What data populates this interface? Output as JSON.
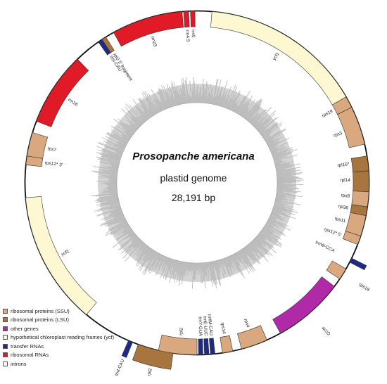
{
  "diagram": {
    "title": "Prosopanche americana",
    "subtitle": "plastid genome",
    "size_label": "28,191 bp"
  },
  "colors": {
    "ssu": "#d9a87e",
    "lsu": "#a8753e",
    "other": "#b02aa8",
    "ycf": "#fdf7d2",
    "trna": "#1f2a86",
    "rrna": "#e01a26",
    "intron": "#ffffff",
    "gc_inner": "#b9b9b9",
    "gc_outer": "#d4d4d4"
  },
  "legend": [
    {
      "label": "ribosomal proteins (SSU)",
      "color": "#d9a87e"
    },
    {
      "label": "ribosomal proteins (LSU)",
      "color": "#a8753e"
    },
    {
      "label": "other genes",
      "color": "#b02aa8"
    },
    {
      "label": "hypothetical chloroplast reading frames (ycf)",
      "color": "#fdf7d2"
    },
    {
      "label": "transfer RNAs",
      "color": "#1f2a86"
    },
    {
      "label": "ribosomal RNAs",
      "color": "#e01a26"
    },
    {
      "label": "introns",
      "color": "#ffffff"
    }
  ],
  "genes": [
    {
      "name": "ycf1",
      "start": 5,
      "end": 60,
      "strand": "in",
      "type": "ycf"
    },
    {
      "name": "rps19",
      "start": 60,
      "end": 64,
      "strand": "in",
      "type": "ssu"
    },
    {
      "name": "rps3",
      "start": 64,
      "end": 77,
      "strand": "in",
      "type": "ssu"
    },
    {
      "name": "rpl16*",
      "start": 81,
      "end": 86,
      "strand": "in",
      "type": "lsu"
    },
    {
      "name": "rpl14",
      "start": 86,
      "end": 93,
      "strand": "in",
      "type": "lsu"
    },
    {
      "name": "rps8",
      "start": 93,
      "end": 98,
      "strand": "in",
      "type": "ssu"
    },
    {
      "name": "rpl36",
      "start": 98,
      "end": 101,
      "strand": "in",
      "type": "lsu"
    },
    {
      "name": "rps11",
      "start": 101,
      "end": 108,
      "strand": "in",
      "type": "ssu"
    },
    {
      "name": "rps12* 5'",
      "start": 108,
      "end": 111,
      "strand": "in",
      "type": "ssu"
    },
    {
      "name": "trnW-CCA",
      "start": 116,
      "end": 117.5,
      "strand": "out",
      "type": "trna"
    },
    {
      "name": "rps18",
      "start": 120,
      "end": 124,
      "strand": "in",
      "type": "ssu"
    },
    {
      "name": "accD",
      "start": 127,
      "end": 151,
      "strand": "in",
      "type": "other"
    },
    {
      "name": "rps4",
      "start": 156,
      "end": 165,
      "strand": "in",
      "type": "ssu"
    },
    {
      "name": "rps14",
      "start": 168,
      "end": 171.5,
      "strand": "in",
      "type": "ssu"
    },
    {
      "name": "trnfM-CAU",
      "start": 174,
      "end": 175.5,
      "strand": "in",
      "type": "trna"
    },
    {
      "name": "trnE-UUC",
      "start": 176,
      "end": 177.5,
      "strand": "in",
      "type": "trna"
    },
    {
      "name": "trnY-GUA",
      "start": 178,
      "end": 179.5,
      "strand": "in",
      "type": "trna"
    },
    {
      "name": "rpl2",
      "start": 180,
      "end": 193,
      "strand": "in",
      "type": "ssu"
    },
    {
      "name": "rpl2",
      "start": 188,
      "end": 200,
      "strand": "out",
      "type": "lsu"
    },
    {
      "name": "trnI-CAU",
      "start": 202,
      "end": 203.5,
      "strand": "out",
      "type": "trna"
    },
    {
      "name": "ycf2",
      "start": 220,
      "end": 265,
      "strand": "in",
      "type": "ycf"
    },
    {
      "name": "rps12* 3'",
      "start": 276,
      "end": 279,
      "strand": "in",
      "type": "ssu"
    },
    {
      "name": "rps7",
      "start": 279,
      "end": 287,
      "strand": "in",
      "type": "ssu"
    },
    {
      "name": "rrn16",
      "start": 291,
      "end": 316,
      "strand": "in",
      "type": "rrna"
    },
    {
      "name": "trnI-CAU",
      "start": 325,
      "end": 326.5,
      "strand": "in",
      "type": "trna"
    },
    {
      "name": "rpl2 5' fragment",
      "start": 326.5,
      "end": 328,
      "strand": "in",
      "type": "lsu"
    },
    {
      "name": "rrn23",
      "start": 331,
      "end": 355,
      "strand": "in",
      "type": "rrna"
    },
    {
      "name": "rrn4.5",
      "start": 355.5,
      "end": 357.2,
      "strand": "in",
      "type": "rrna"
    },
    {
      "name": "rrn5",
      "start": 357.8,
      "end": 359.3,
      "strand": "in",
      "type": "rrna"
    }
  ],
  "gene_labels": [
    {
      "text": "ycf1",
      "angle": 32,
      "side": "in"
    },
    {
      "text": "rps19",
      "angle": 62,
      "side": "in"
    },
    {
      "text": "rps3",
      "angle": 71,
      "side": "in"
    },
    {
      "text": "rpl16*",
      "angle": 83,
      "side": "in"
    },
    {
      "text": "rpl14",
      "angle": 89,
      "side": "in"
    },
    {
      "text": "rps8",
      "angle": 95,
      "side": "in"
    },
    {
      "text": "rpl36",
      "angle": 99.5,
      "side": "in"
    },
    {
      "text": "rps11",
      "angle": 104.5,
      "side": "in"
    },
    {
      "text": "rps12* 5'",
      "angle": 110,
      "side": "in"
    },
    {
      "text": "trnW-CCA",
      "angle": 116.5,
      "side": "in"
    },
    {
      "text": "rps18",
      "angle": 122,
      "side": "out"
    },
    {
      "text": "accD",
      "angle": 139,
      "side": "out"
    },
    {
      "text": "rps4",
      "angle": 160.5,
      "side": "in"
    },
    {
      "text": "rps14",
      "angle": 169.8,
      "side": "in"
    },
    {
      "text": "trnfM-CAU",
      "angle": 174.7,
      "side": "in"
    },
    {
      "text": "trnE-UUC",
      "angle": 176.7,
      "side": "in"
    },
    {
      "text": "trnY-GUA",
      "angle": 178.7,
      "side": "in"
    },
    {
      "text": "rpl2",
      "angle": 186,
      "side": "in"
    },
    {
      "text": "rpl2",
      "angle": 194,
      "side": "out"
    },
    {
      "text": "trnI-CAU",
      "angle": 202.7,
      "side": "out"
    },
    {
      "text": "ycf2",
      "angle": 242,
      "side": "in"
    },
    {
      "text": "rps12* 3'",
      "angle": 277.5,
      "side": "in"
    },
    {
      "text": "rps7",
      "angle": 283,
      "side": "in"
    },
    {
      "text": "rrn16",
      "angle": 303,
      "side": "in"
    },
    {
      "text": "trnI-CAU",
      "angle": 325.7,
      "side": "in"
    },
    {
      "text": "rpl2 5' fragment",
      "angle": 327.3,
      "side": "in"
    },
    {
      "text": "rrn23",
      "angle": 343,
      "side": "in"
    },
    {
      "text": "rrn4.5",
      "angle": 356.3,
      "side": "in"
    },
    {
      "text": "rrn5",
      "angle": 358.5,
      "side": "in"
    }
  ]
}
